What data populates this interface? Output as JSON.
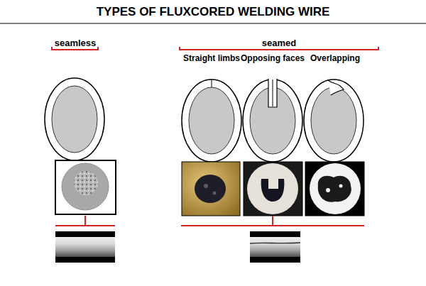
{
  "diagram": {
    "title": "TYPES OF FLUXCORED WELDING WIRE",
    "labels": [
      "seamless",
      "seamed",
      "Straight limbs",
      "Opposing faces",
      "Overlapping"
    ]
  }
}
